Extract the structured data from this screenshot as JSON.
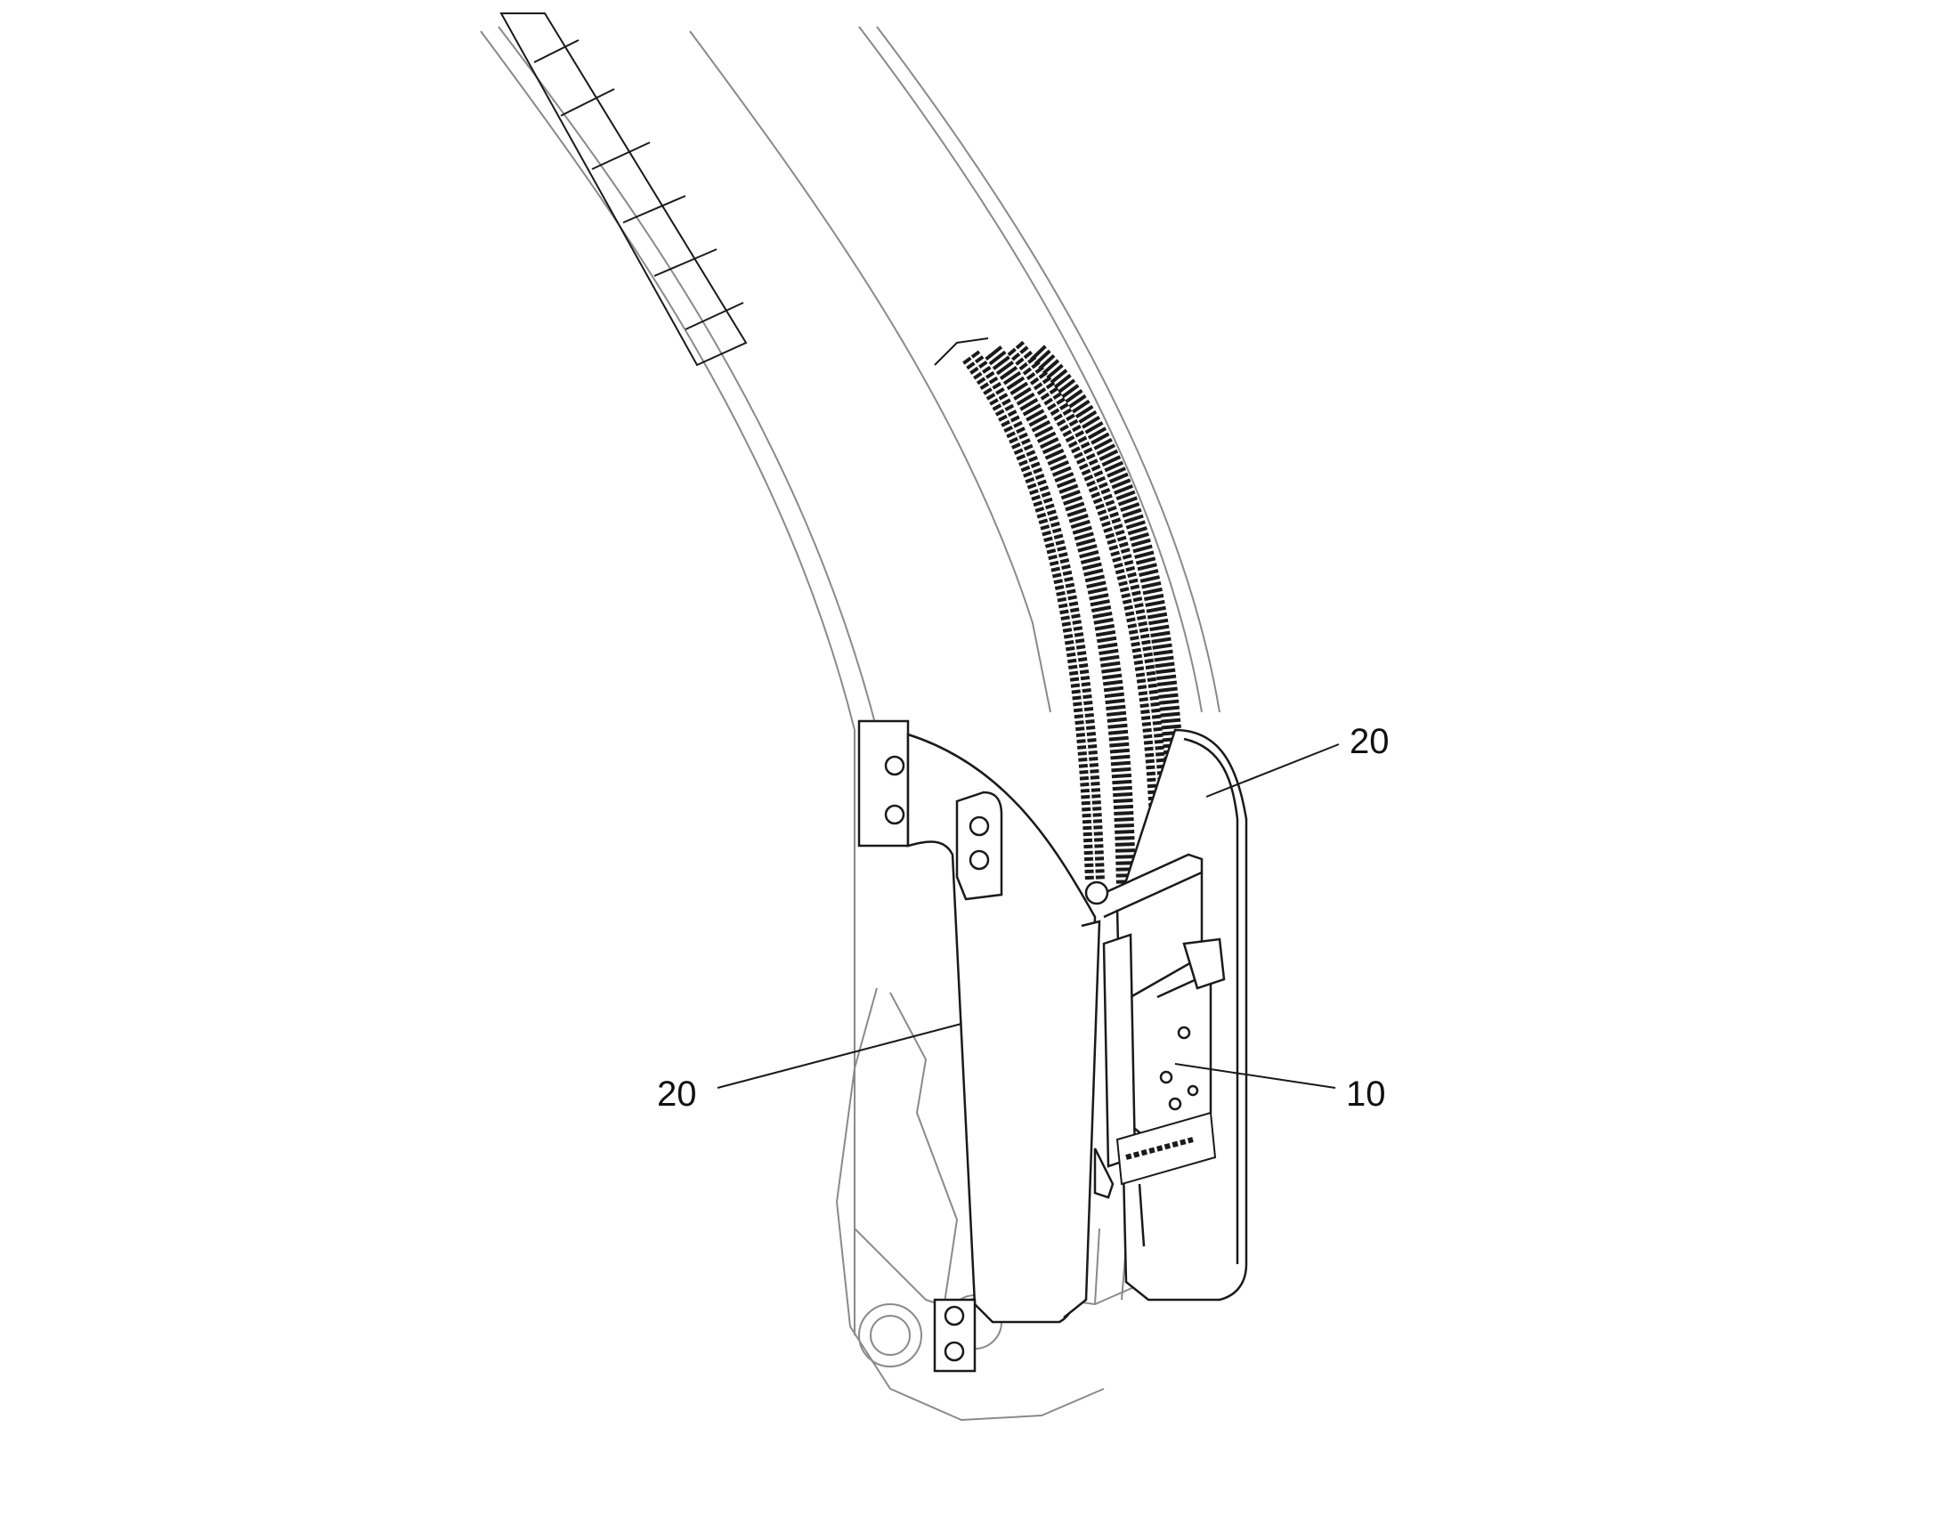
{
  "callouts": {
    "cover_right": "20",
    "cover_left": "20",
    "coupling": "10"
  },
  "colors": {
    "line": "#1a1a1a",
    "faint_line": "#8a8a8a",
    "background": "#ffffff"
  },
  "icons": [
    "boom-outline",
    "hydraulic-hoses",
    "cover-plate",
    "quick-coupler"
  ]
}
